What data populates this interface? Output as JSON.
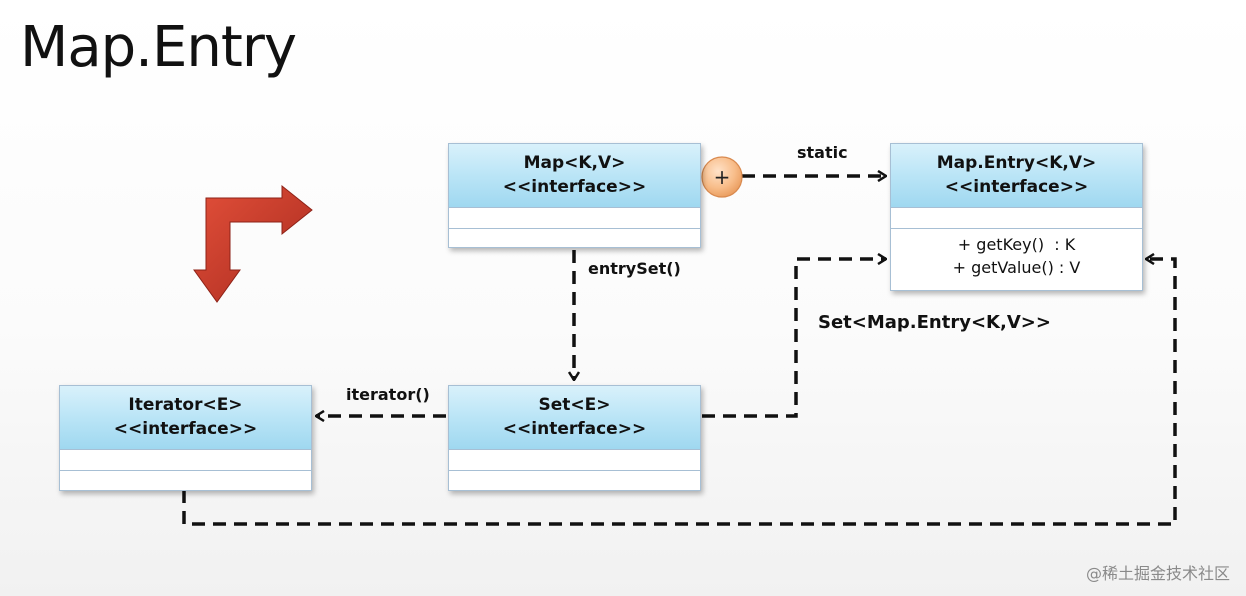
{
  "title": "Map.Entry",
  "colors": {
    "header_top": "#d9f1fb",
    "header_bottom": "#9fd8f0",
    "box_border": "#a7bfd4",
    "plus_fill": "#f8bd8a",
    "arrow_red": "#c7392a"
  },
  "classes": {
    "map": {
      "name": "Map<K,V>",
      "stereotype": "<<interface>>"
    },
    "map_entry": {
      "name": "Map.Entry<K,V>",
      "stereotype": "<<interface>>",
      "methods": [
        "+ getKey()  : K",
        "+ getValue() : V"
      ]
    },
    "set": {
      "name": "Set<E>",
      "stereotype": "<<interface>>"
    },
    "iterator": {
      "name": "Iterator<E>",
      "stereotype": "<<interface>>"
    }
  },
  "relations": {
    "static_label": "static",
    "entryset_label": "entrySet()",
    "iterator_label": "iterator()",
    "set_of_entries_label": "Set<Map.Entry<K,V>>"
  },
  "nested_symbol": "+",
  "watermark": "@稀土掘金技术社区"
}
